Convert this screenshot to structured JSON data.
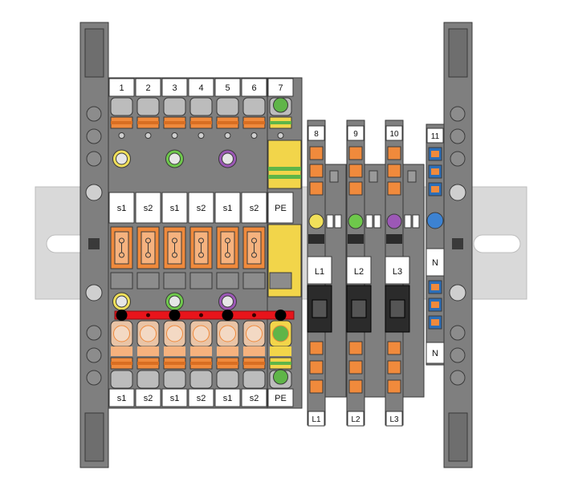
{
  "colors": {
    "rail": "#d9d9d9",
    "housing": "#7f7f7f",
    "housing_dark": "#555555",
    "outline": "#3a3a3a",
    "label_bg": "#ffffff",
    "orange": "#f08a3c",
    "orange_light": "#f6b27e",
    "pe_yellow": "#f2d54a",
    "pe_green": "#5fb548",
    "bridge_red": "#e8141b",
    "blue": "#2d6fb8",
    "led_yellow": "#f1e05a",
    "led_green": "#6ec84b",
    "led_purple": "#9c58b6",
    "led_blue": "#3c82d2",
    "fuse_black": "#2b2b2b"
  },
  "main_block": {
    "top_numbers": [
      "1",
      "2",
      "3",
      "4",
      "5",
      "6",
      "7"
    ],
    "mid_labels": [
      "s1",
      "s2",
      "s1",
      "s2",
      "s1",
      "s2",
      "PE"
    ],
    "bottom_labels": [
      "s1",
      "s2",
      "s1",
      "s2",
      "s1",
      "s2",
      "PE"
    ],
    "led_indicators": [
      {
        "position": 1,
        "color": "#f1e05a"
      },
      {
        "position": 3,
        "color": "#6ec84b"
      },
      {
        "position": 5,
        "color": "#9c58b6"
      }
    ]
  },
  "fuse_terminals": [
    {
      "number": "8",
      "label_mid": "L1",
      "label_bottom": "L1",
      "led": "#f1e05a"
    },
    {
      "number": "9",
      "label_mid": "L2",
      "label_bottom": "L2",
      "led": "#6ec84b"
    },
    {
      "number": "10",
      "label_mid": "L3",
      "label_bottom": "L3",
      "led": "#9c58b6"
    }
  ],
  "neutral_terminal": {
    "number": "11",
    "label_mid": "N",
    "label_bottom": "N",
    "color": "#2d6fb8"
  }
}
